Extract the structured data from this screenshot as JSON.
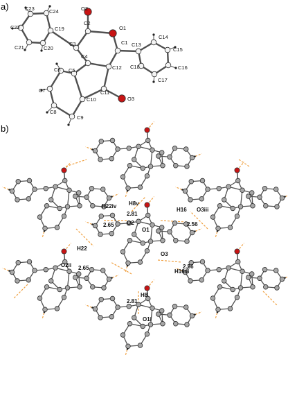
{
  "panels": {
    "a": "a)",
    "b": "b)"
  },
  "colors": {
    "bond": "#505050",
    "carbon": "#a8a8a8",
    "oxygen": "#c81414",
    "hydrogen": "#222222",
    "hbond": "#f0a040"
  },
  "molecule_atoms": {
    "C23": "C23",
    "C24": "C24",
    "C22": "C22",
    "C19": "C19",
    "C21": "C21",
    "C20": "C20",
    "O2": "O2",
    "C2": "C2",
    "O1": "O1",
    "C3": "C3",
    "C1": "C1",
    "C13": "C13",
    "C14": "C14",
    "C15": "C15",
    "C16": "C16",
    "C17": "C17",
    "C18": "C18",
    "C4": "C4",
    "C12": "C12",
    "C6": "C6",
    "C5": "C5",
    "C7": "C7",
    "C11": "C11",
    "O3": "O3",
    "C10": "C10",
    "C8": "C8",
    "C9": "C9"
  },
  "packing_labels": {
    "H22iv": "H22iv",
    "H8v": "H8v",
    "H16": "H16",
    "O3iii": "O3iii",
    "d281a": "2.81",
    "O2": "O2",
    "O1": "O1",
    "d265a": "2.65",
    "d256a": "2.56",
    "H22": "H22",
    "O3": "O3",
    "H16vi": "H16vi",
    "O2ii": "O2ii",
    "d265b": "2.65",
    "d256b": "2.56",
    "H8": "H8",
    "d281b": "2.81",
    "O1i": "O1i"
  }
}
